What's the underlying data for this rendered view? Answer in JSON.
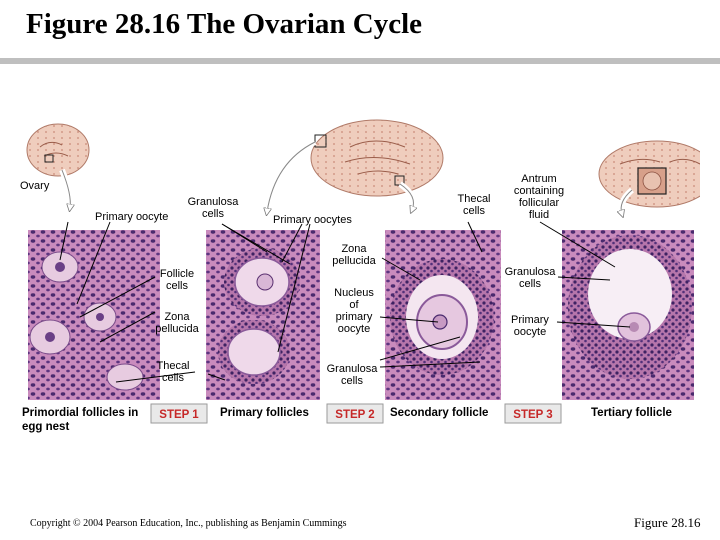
{
  "slide": {
    "title": "Figure 28.16  The Ovarian Cycle",
    "copyright": "Copyright © 2004 Pearson Education, Inc., publishing as Benjamin Cummings",
    "figure_number": "Figure 28.16"
  },
  "labels": {
    "ovary": "Ovary",
    "primary_oocyte_1": "Primary oocyte",
    "granulosa_cells_1": [
      "Granulosa",
      "cells"
    ],
    "primary_oocytes": "Primary oocytes",
    "thecal_cells_1": [
      "Thecal",
      "cells"
    ],
    "antrum": [
      "Antrum",
      "containing",
      "follicular",
      "fluid"
    ],
    "follicle_cells": [
      "Follicle",
      "cells"
    ],
    "zona_pellucida_1": [
      "Zona",
      "pellucida"
    ],
    "thecal_cells_2": [
      "Thecal",
      "cells"
    ],
    "zona_pellucida_2": [
      "Zona",
      "pellucida"
    ],
    "nucleus_primary_oocyte": [
      "Nucleus",
      "of",
      "primary",
      "oocyte"
    ],
    "granulosa_cells_2": [
      "Granulosa",
      "cells"
    ],
    "granulosa_cells_3": [
      "Granulosa",
      "cells"
    ],
    "primary_oocyte_2": [
      "Primary",
      "oocyte"
    ]
  },
  "stages": {
    "primordial": [
      "Primordial follicles in",
      "egg nest"
    ],
    "step1": "STEP 1",
    "primary": "Primary follicles",
    "step2": "STEP 2",
    "secondary": "Secondary follicle",
    "step3": "STEP 3",
    "tertiary": "Tertiary follicle"
  },
  "colors": {
    "step_badge": "#c62828",
    "tissue_pink": "#c77fb6",
    "nuclei_purple": "#4a2a6e",
    "ovary_tan": "#f0d2c2"
  }
}
